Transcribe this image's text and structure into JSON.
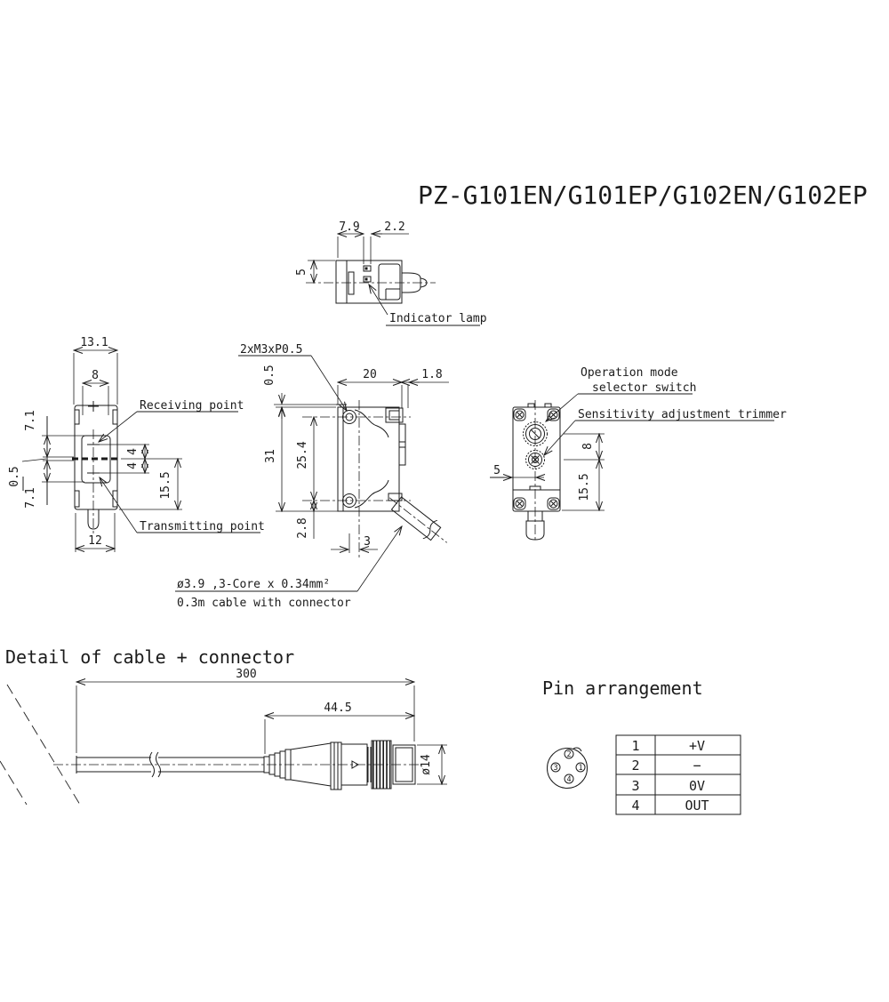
{
  "colors": {
    "line": "#1b1b1b",
    "background": "#ffffff"
  },
  "title": "PZ-G101EN/G101EP/G102EN/G102EP",
  "top_view": {
    "dim_79": "7.9",
    "dim_22": "2.2",
    "dim_5": "5",
    "indicator_label": "Indicator lamp"
  },
  "front_view": {
    "dim_131": "13.1",
    "dim_8": "8",
    "dim_71_upper": "7.1",
    "dim_05": "0.5",
    "dim_71_lower": "7.1",
    "dim_12": "12",
    "dim_4_upper": "4",
    "dim_4_lower": "4",
    "dim_155": "15.5",
    "receiving_label": "Receiving point",
    "transmitting_label": "Transmitting point"
  },
  "side_view": {
    "screw_label": "2xM3xP0.5",
    "dim_05": "0.5",
    "dim_20": "20",
    "dim_18": "1.8",
    "dim_31": "31",
    "dim_254": "25.4",
    "dim_28": "2.8",
    "dim_3": "3",
    "cable_note_line1": "ø3.9 ,3-Core x 0.34mm²",
    "cable_note_line2": "0.3m cable with connector"
  },
  "rear_view": {
    "mode_label_line1": "Operation mode",
    "mode_label_line2": "selector switch",
    "sensitivity_label": "Sensitivity adjustment trimmer",
    "dim_5": "5",
    "dim_8": "8",
    "dim_155": "15.5"
  },
  "cable_detail": {
    "heading": "Detail of cable + connector",
    "dim_300": "300",
    "dim_445": "44.5",
    "dim_dia14": "ø14"
  },
  "pin_arrangement": {
    "heading": "Pin arrangement",
    "pins": [
      "1",
      "2",
      "3",
      "4"
    ],
    "table": [
      {
        "pin": "1",
        "signal": "+V"
      },
      {
        "pin": "2",
        "signal": "−"
      },
      {
        "pin": "3",
        "signal": "0V"
      },
      {
        "pin": "4",
        "signal": "OUT"
      }
    ]
  }
}
